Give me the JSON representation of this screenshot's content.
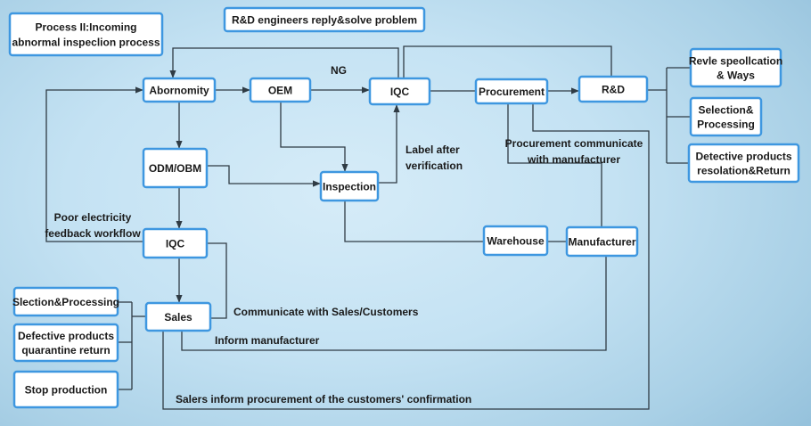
{
  "diagram": {
    "title": "Process II:Incoming abnormal inspeclion process",
    "nodes": {
      "title_box": [
        "Process II:Incoming",
        "abnormal inspeclion process"
      ],
      "rd_engineers": [
        "R&D engineers reply&solve problem"
      ],
      "abornomity": [
        "Abornomity"
      ],
      "oem": [
        "OEM"
      ],
      "iqc_top": [
        "IQC"
      ],
      "procurement": [
        "Procurement"
      ],
      "rd": [
        "R&D"
      ],
      "revise_spec": [
        "Revle speollcation",
        "& Ways"
      ],
      "selection_processing_right": [
        "Selection&",
        "Processing"
      ],
      "defective_resolution": [
        "Detective products",
        "resolation&Return"
      ],
      "odm_obm": [
        "ODM/OBM"
      ],
      "inspection": [
        "Inspection"
      ],
      "iqc_bottom": [
        "IQC"
      ],
      "warehouse": [
        "Warehouse"
      ],
      "manufacturer": [
        "Manufacturer"
      ],
      "sales": [
        "Sales"
      ],
      "selection_processing_left": [
        "Slection&Processing"
      ],
      "defective_quarantine": [
        "Defective products",
        "quarantine return"
      ],
      "stop_production": [
        "Stop production"
      ]
    },
    "edge_labels": {
      "ng": [
        "NG"
      ],
      "label_after": [
        "Label after",
        "verification"
      ],
      "procurement_comm": [
        "Procurement communicate",
        "with manufacturer"
      ],
      "poor_electricity": [
        "Poor electricity",
        "feedback workflow"
      ],
      "communicate_sales": [
        "Communicate with Sales/Customers"
      ],
      "inform_manufacturer": [
        "Inform manufacturer"
      ],
      "salers_inform": [
        "Salers inform procurement of the customers' confirmation"
      ]
    },
    "colors": {
      "node_border": "#3e97e0",
      "node_fill": "#ffffff",
      "line": "#2f3b44",
      "text": "#1a1a1a"
    }
  }
}
